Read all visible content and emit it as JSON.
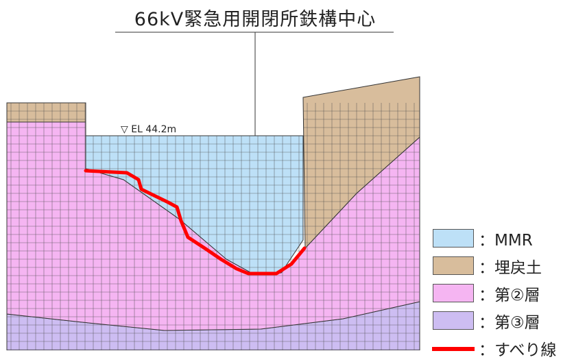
{
  "title": "66kV緊急用開閉所鉄構中心",
  "water_level": "▽ EL  44.2m",
  "legend": [
    {
      "key": "mmr",
      "label": "：MMR",
      "color": "#bde0f7",
      "type": "swatch"
    },
    {
      "key": "backfill",
      "label": "：埋戻土",
      "color": "#d8bd9c",
      "type": "swatch"
    },
    {
      "key": "layer2",
      "label": "：第②層",
      "color": "#f5b5f2",
      "type": "swatch"
    },
    {
      "key": "layer3",
      "label": "：第③層",
      "color": "#cdbdf2",
      "type": "swatch"
    },
    {
      "key": "slip",
      "label": "：すべり線",
      "color": "#ff0000",
      "type": "line"
    }
  ],
  "colors": {
    "mmr": "#bde0f7",
    "backfill": "#d8bd9c",
    "layer2": "#f5b5f2",
    "layer3": "#cdbdf2",
    "mesh": "#4a4a4a",
    "slip_line": "#ff0000"
  }
}
